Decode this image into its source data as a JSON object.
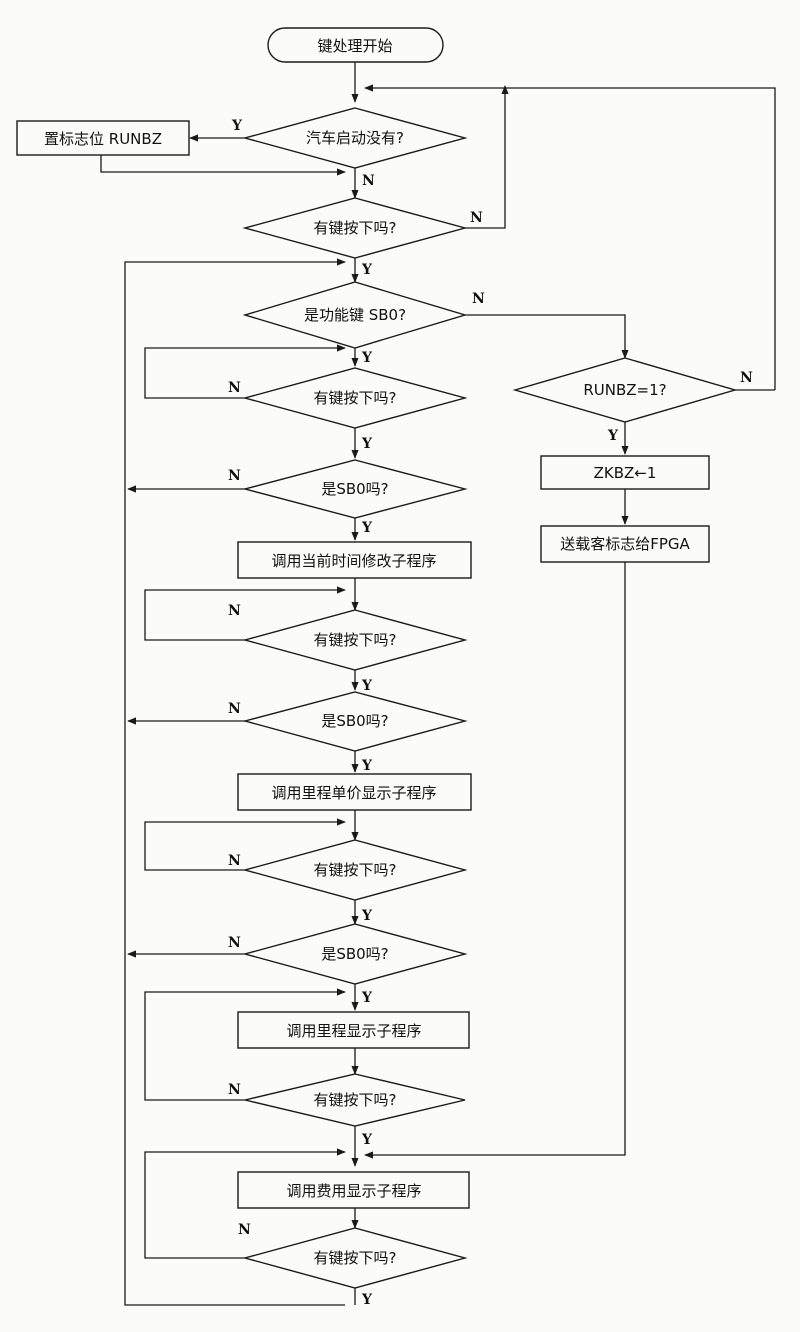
{
  "nodes": {
    "start": "键处理开始",
    "d_started": "汽车启动没有?",
    "p_set_runbz": "置标志位 RUNBZ",
    "d_key1": "有键按下吗?",
    "d_sb0": "是功能键 SB0?",
    "d_key2": "有键按下吗?",
    "d_issb0_1": "是SB0吗?",
    "p_time": "调用当前时间修改子程序",
    "d_key3": "有键按下吗?",
    "d_issb0_2": "是SB0吗?",
    "p_price": "调用里程单价显示子程序",
    "d_key4": "有键按下吗?",
    "d_issb0_3": "是SB0吗?",
    "p_mileage": "调用里程显示子程序",
    "d_key5": "有键按下吗?",
    "p_fee": "调用费用显示子程序",
    "d_key6": "有键按下吗?",
    "d_runbz": "RUNBZ=1?",
    "p_zkbz": "ZKBZ←1",
    "p_send": "送载客标志给FPGA"
  },
  "labels": {
    "yes": "Y",
    "no": "N"
  }
}
